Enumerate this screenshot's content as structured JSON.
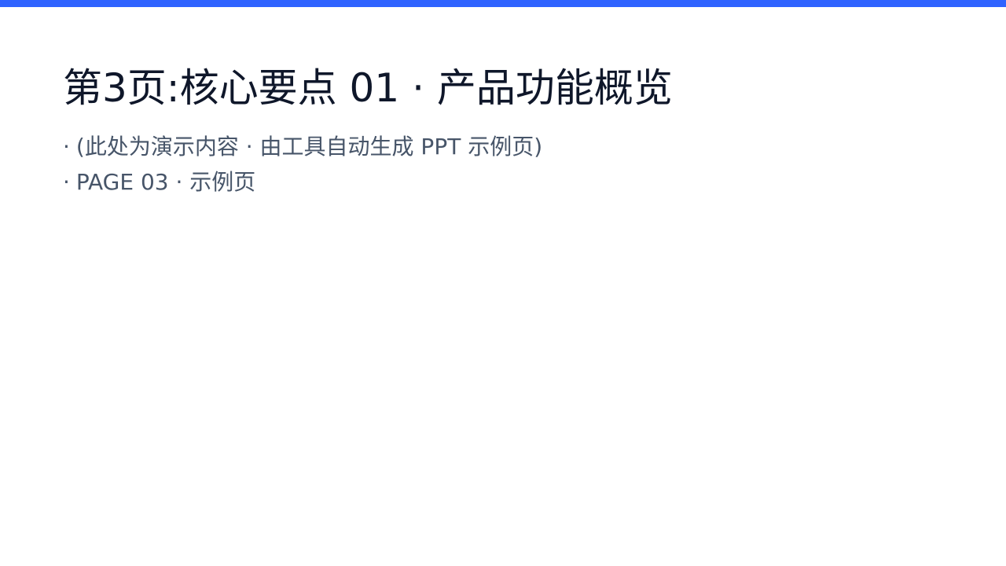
{
  "theme": {
    "accent_color": "#2f63ff",
    "title_color": "#0f172a",
    "body_color": "#475569",
    "background_color": "#ffffff"
  },
  "slide": {
    "title": "第3页:核心要点 01 · 产品功能概览",
    "bullets": [
      {
        "marker": "·",
        "text": "(此处为演示内容 · 由工具自动生成 PPT 示例页)"
      },
      {
        "marker": "·",
        "text": "PAGE 03 · 示例页"
      }
    ]
  }
}
